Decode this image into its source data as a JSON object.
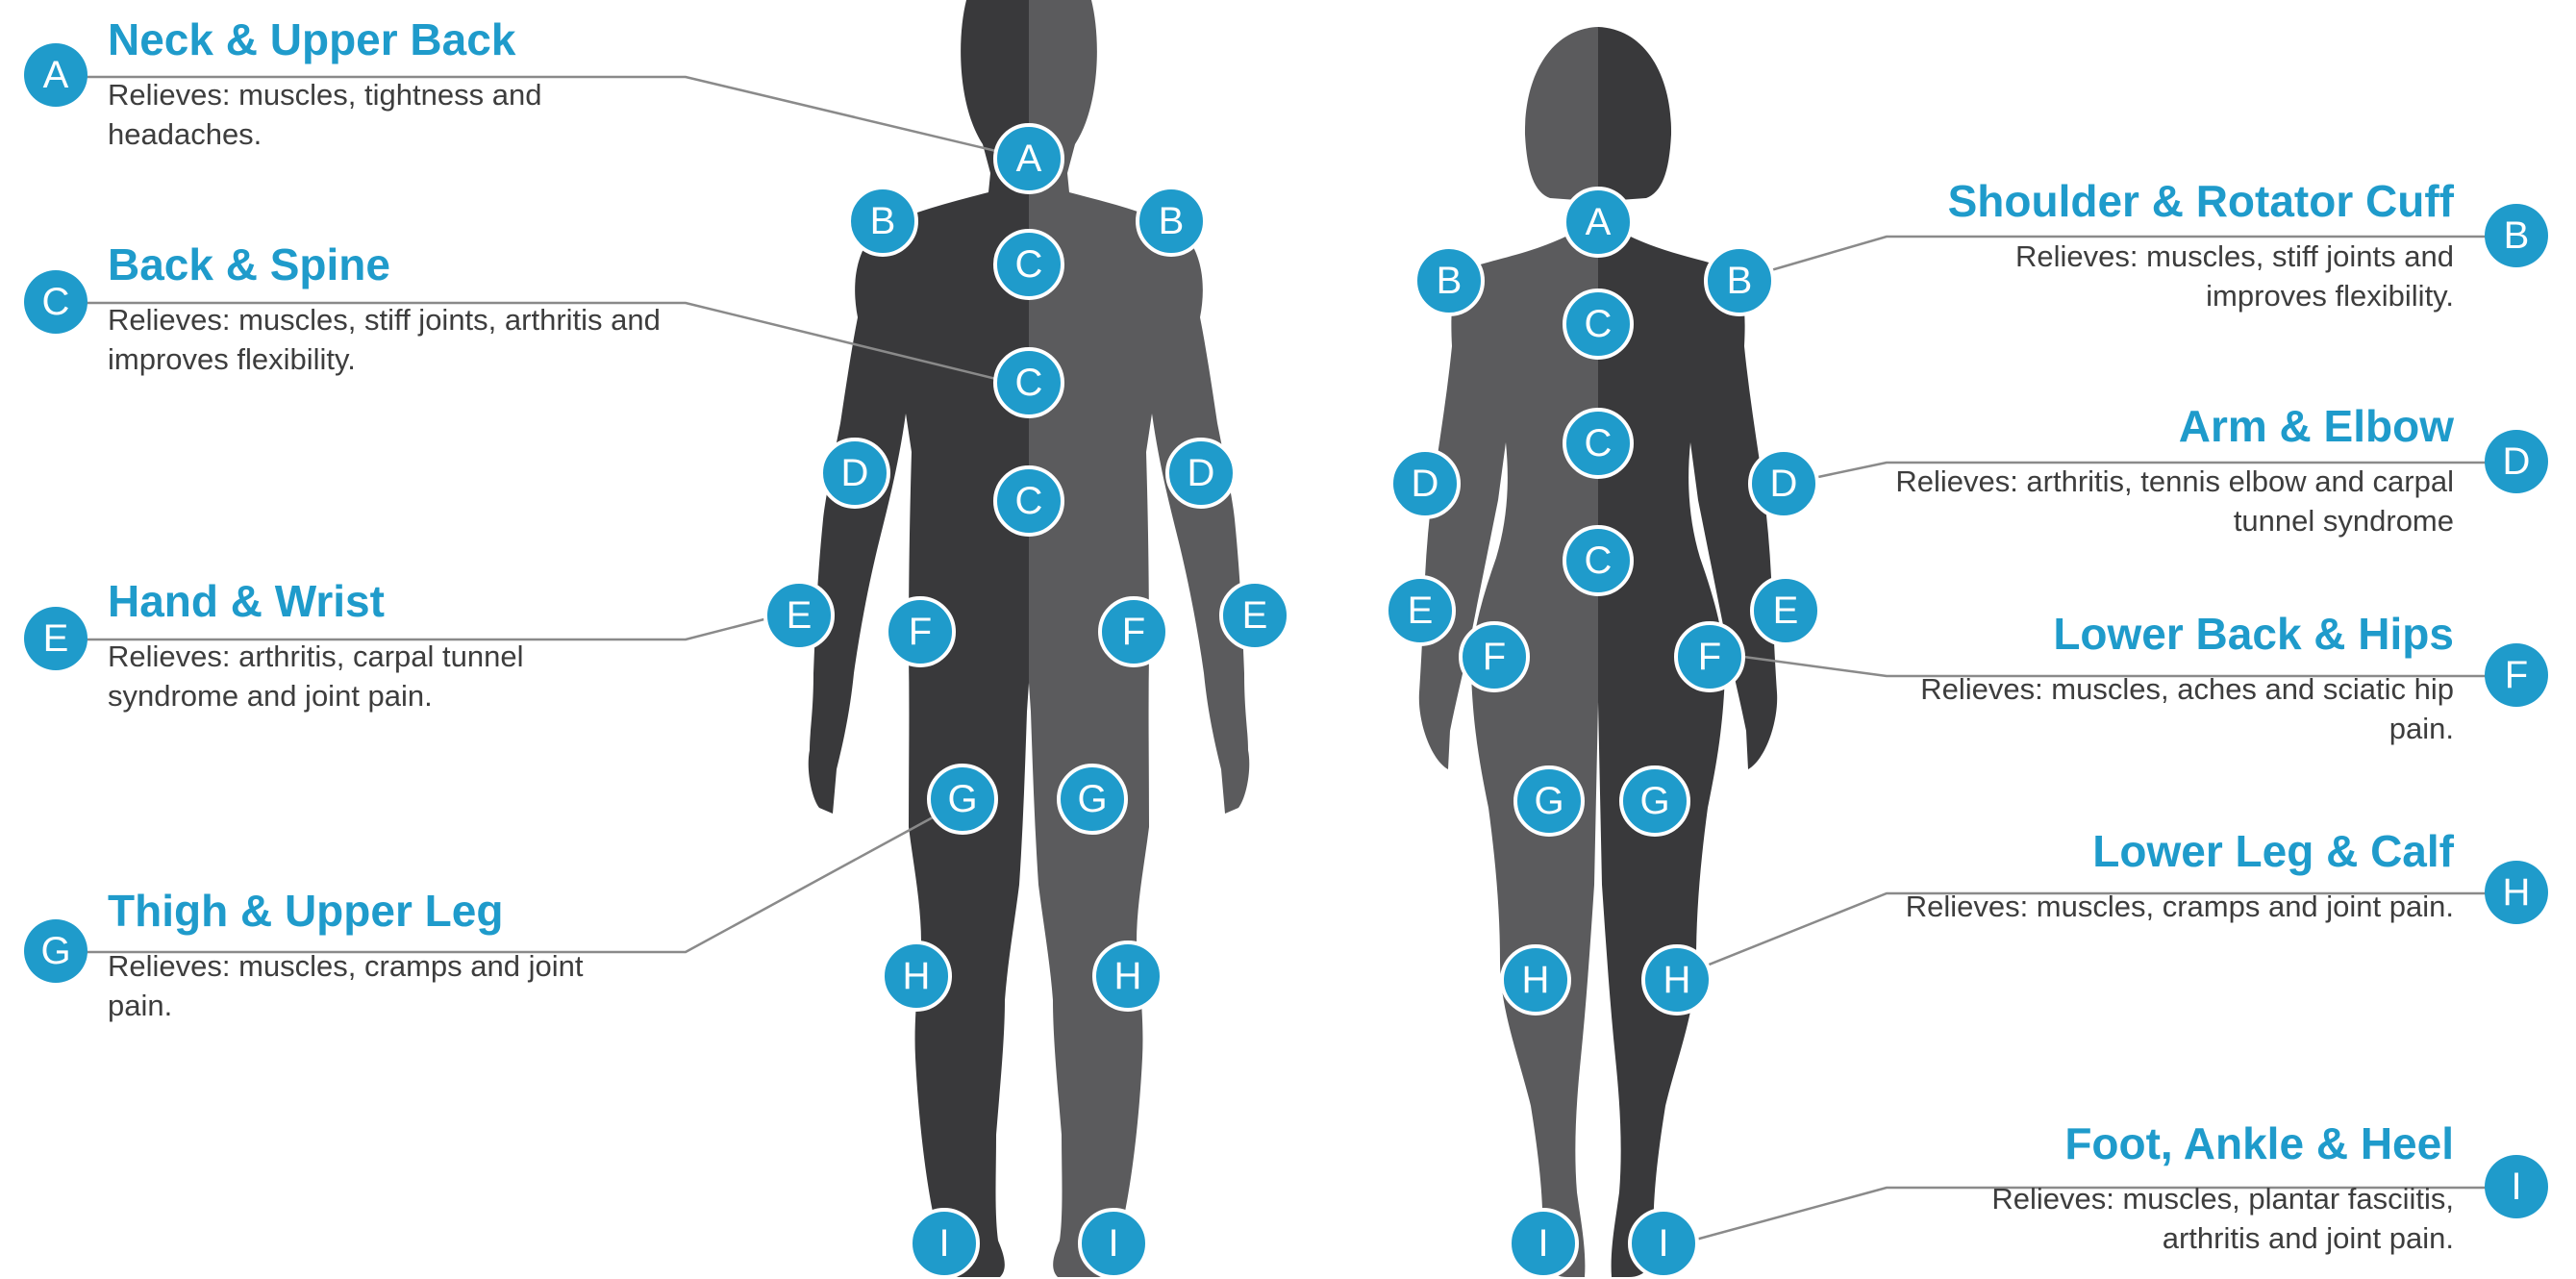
{
  "colors": {
    "accent": "#1f9bcb",
    "figure_dark": "#39393b",
    "figure_light": "#5b5b5d",
    "text": "#3d3d3d",
    "leader_line": "#8a8a8a"
  },
  "legend_left": [
    {
      "letter": "A",
      "title": "Neck & Upper Back",
      "desc": "Relieves: muscles, tightness and headaches."
    },
    {
      "letter": "C",
      "title": "Back & Spine",
      "desc": "Relieves: muscles, stiff joints, arthritis and improves flexibility."
    },
    {
      "letter": "E",
      "title": "Hand & Wrist",
      "desc": "Relieves: arthritis, carpal tunnel syndrome and joint pain."
    },
    {
      "letter": "G",
      "title": "Thigh & Upper Leg",
      "desc": "Relieves: muscles, cramps and joint pain."
    }
  ],
  "legend_right": [
    {
      "letter": "B",
      "title": "Shoulder & Rotator Cuff",
      "desc": "Relieves: muscles, stiff joints and improves flexibility."
    },
    {
      "letter": "D",
      "title": "Arm & Elbow",
      "desc": "Relieves: arthritis, tennis elbow and carpal tunnel syndrome"
    },
    {
      "letter": "F",
      "title": "Lower Back & Hips",
      "desc": "Relieves: muscles, aches and sciatic hip pain."
    },
    {
      "letter": "H",
      "title": "Lower Leg & Calf",
      "desc": "Relieves: muscles, cramps and joint pain."
    },
    {
      "letter": "I",
      "title": "Foot, Ankle & Heel",
      "desc": "Relieves: muscles, plantar fasciitis, arthritis and joint pain."
    }
  ],
  "male_markers": [
    "A",
    "B",
    "B",
    "C",
    "C",
    "C",
    "D",
    "D",
    "E",
    "F",
    "F",
    "E",
    "G",
    "G",
    "H",
    "H",
    "I",
    "I"
  ],
  "female_markers": [
    "A",
    "B",
    "B",
    "C",
    "C",
    "C",
    "D",
    "D",
    "E",
    "E",
    "F",
    "F",
    "G",
    "G",
    "H",
    "H",
    "I",
    "I"
  ]
}
